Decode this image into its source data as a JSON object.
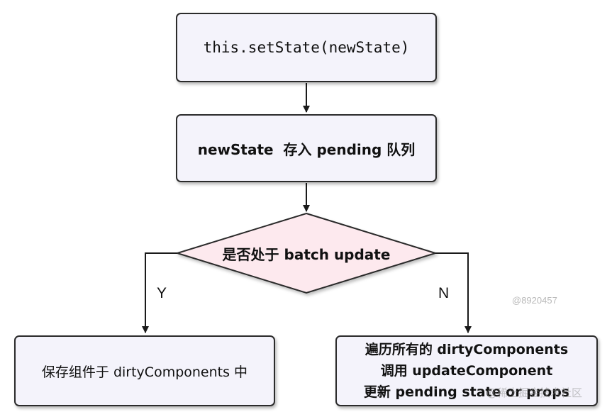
{
  "nodes": {
    "set_state": "this.setState(newState)",
    "store_pending": "newState  存入 pending 队列",
    "decision": "是否处于 batch update",
    "save_dirty": "保存组件于 dirtyComponents 中",
    "traverse": [
      "遍历所有的 dirtyComponents",
      "调用 updateComponent",
      "更新 pending state or props"
    ]
  },
  "edges": {
    "yes": "Y",
    "no": "N"
  },
  "watermarks": {
    "id": "@8920457",
    "site": "@稀土掘金技术社区"
  },
  "colors": {
    "box_fill": "#f4f3fb",
    "diamond_fill": "#fde9ee",
    "stroke": "#2b2b2b"
  }
}
